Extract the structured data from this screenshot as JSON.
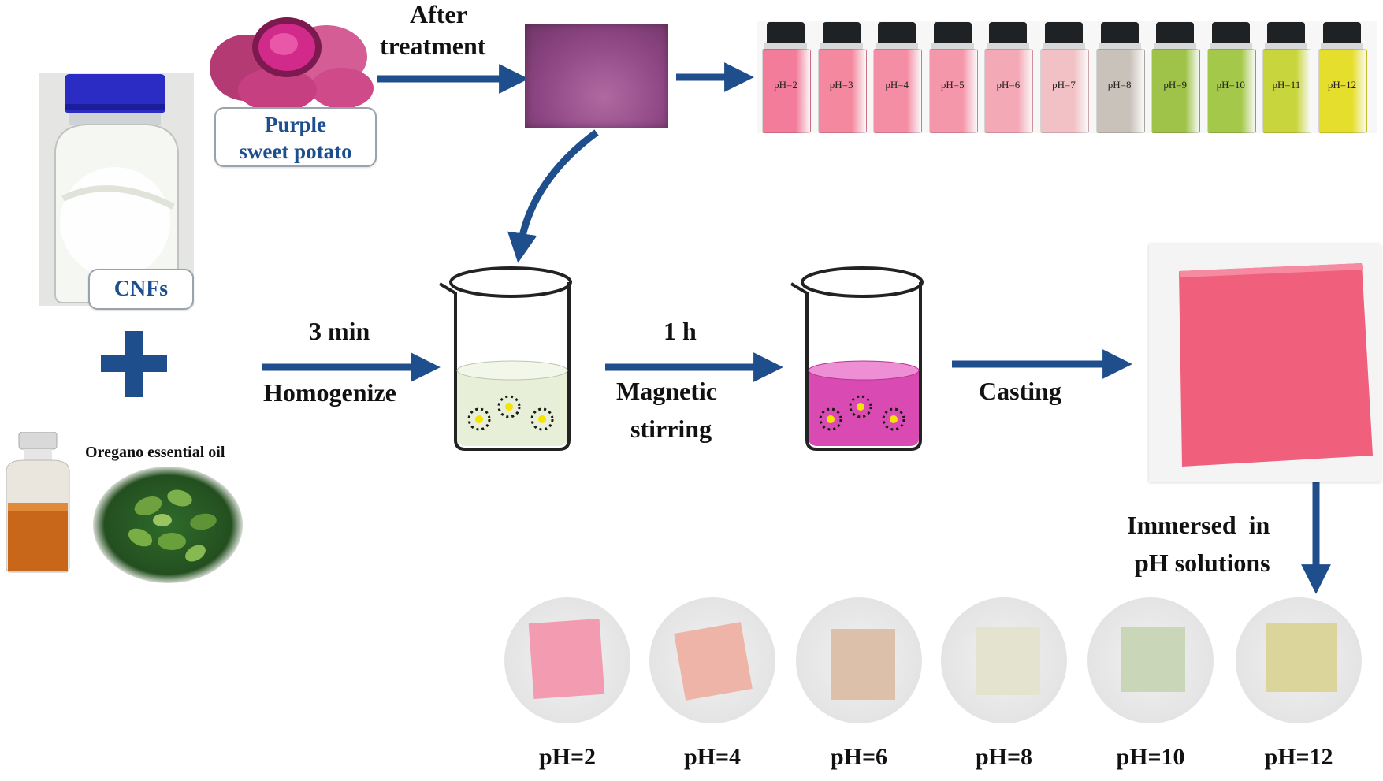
{
  "labels": {
    "after_treatment": [
      "After",
      "treatment"
    ],
    "purple_sweet_potato": [
      "Purple",
      "sweet potato"
    ],
    "cnfs": "CNFs",
    "oregano": "Oregano essential oil",
    "step1_time": "3 min",
    "step1_action": "Homogenize",
    "step2_time": "1 h",
    "step2_action": [
      "Magnetic",
      "stirring"
    ],
    "step3_action": "Casting",
    "immersed": [
      "Immersed  in",
      "pH solutions"
    ]
  },
  "vials": [
    {
      "label": "pH=2",
      "color": "#f37c9b"
    },
    {
      "label": "pH=3",
      "color": "#f4889f"
    },
    {
      "label": "pH=4",
      "color": "#f48ea5"
    },
    {
      "label": "pH=5",
      "color": "#f597ab"
    },
    {
      "label": "pH=6",
      "color": "#f4a9b6"
    },
    {
      "label": "pH=7",
      "color": "#f1c1c5"
    },
    {
      "label": "pH=8",
      "color": "#c9c2bb"
    },
    {
      "label": "pH=9",
      "color": "#9fc348"
    },
    {
      "label": "pH=10",
      "color": "#a4c84a"
    },
    {
      "label": "pH=11",
      "color": "#c9d53c"
    },
    {
      "label": "pH=12",
      "color": "#e5de2c"
    }
  ],
  "dishes": [
    {
      "label": "pH=2",
      "film_color": "#f39bb0"
    },
    {
      "label": "pH=4",
      "film_color": "#efb4a8"
    },
    {
      "label": "pH=6",
      "film_color": "#dcc0aa"
    },
    {
      "label": "pH=8",
      "film_color": "#e4e3cf"
    },
    {
      "label": "pH=10",
      "film_color": "#c9d6b8"
    },
    {
      "label": "pH=12",
      "film_color": "#dcd59b"
    }
  ],
  "colors": {
    "arrow": "#1f4e8c",
    "film": "#f0607d",
    "beaker_white_liquid": "#e7efd8",
    "beaker_pink_liquid": "#d94bb3",
    "potato": "#c8337a",
    "powder": "#9b4f8c",
    "oil": "#c8661a"
  }
}
